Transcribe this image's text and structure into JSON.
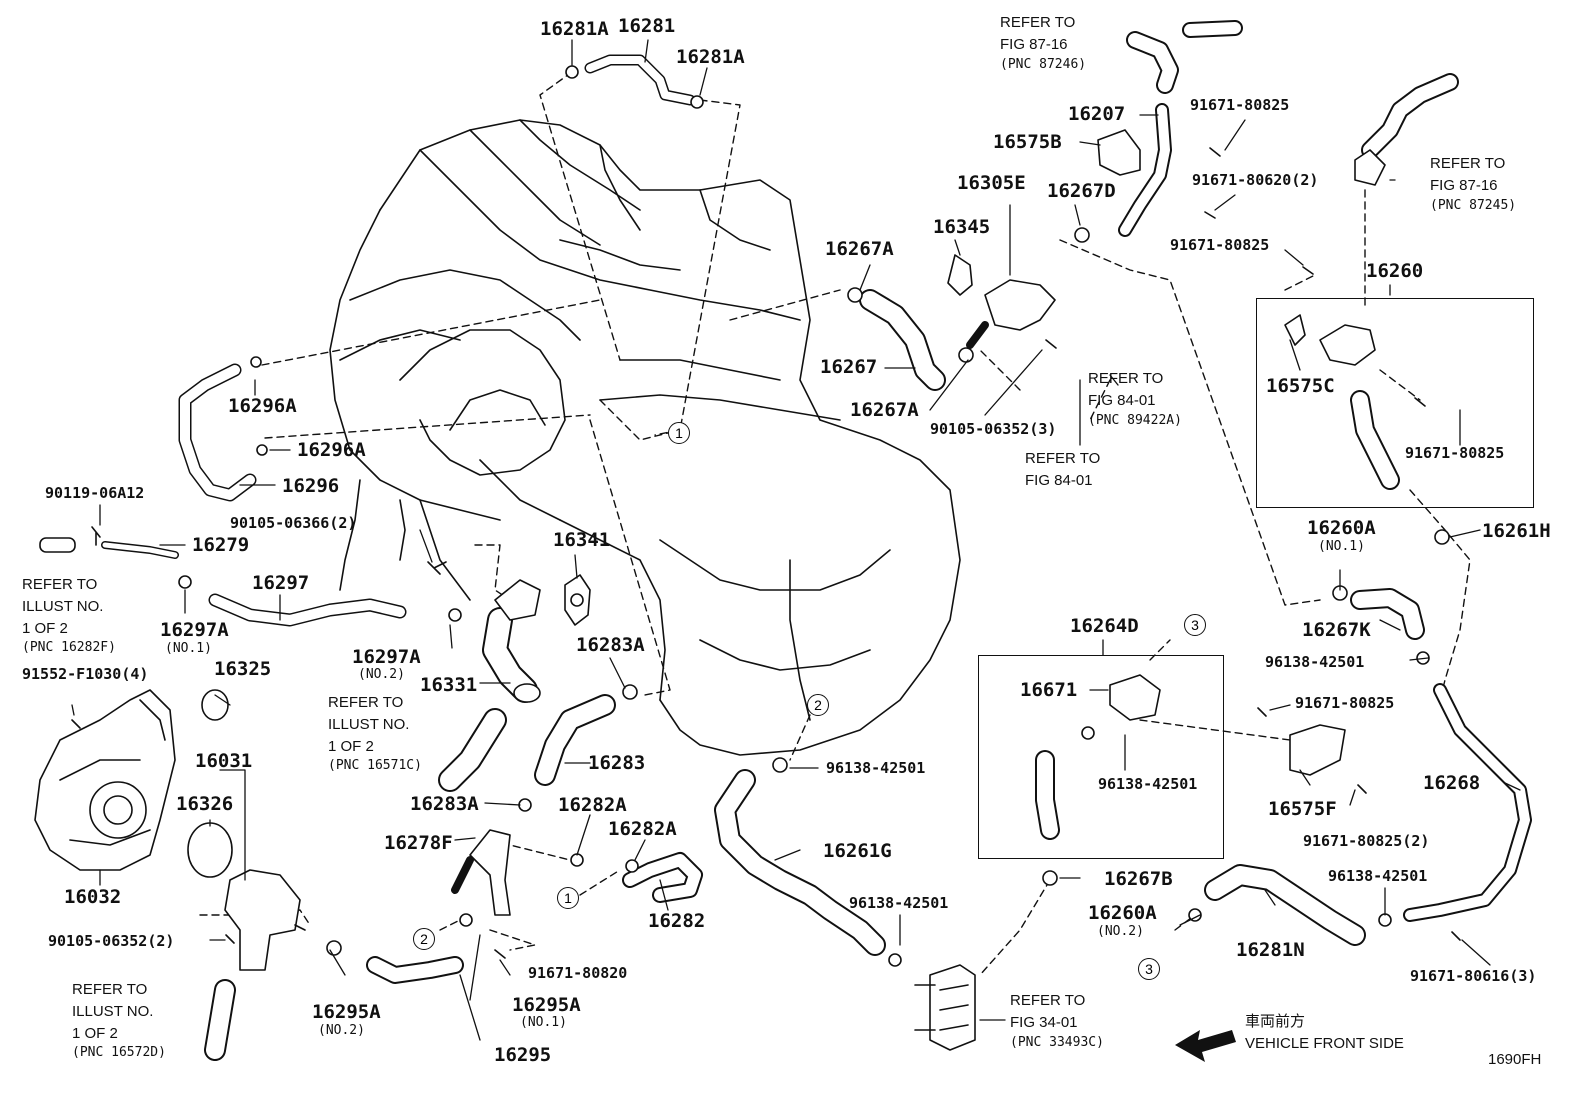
{
  "diagram_code": "1690FH",
  "direction": {
    "jp": "車両前方",
    "en": "VEHICLE FRONT SIDE"
  },
  "callouts": [
    "1",
    "2",
    "3"
  ],
  "parts": {
    "p16281A_a": "16281A",
    "p16281": "16281",
    "p16281A_b": "16281A",
    "p16296A_a": "16296A",
    "p16296A_b": "16296A",
    "p16296": "16296",
    "p90119": "90119-06A12",
    "p90105_06366": "90105-06366(2)",
    "p16279": "16279",
    "p16297": "16297",
    "p16297A_1": "16297A",
    "p16297A_1_sub": "(NO.1)",
    "p16297A_2": "16297A",
    "p16297A_2_sub": "(NO.2)",
    "p16341": "16341",
    "p16331": "16331",
    "p16283A_a": "16283A",
    "p16283": "16283",
    "p16283A_b": "16283A",
    "p16282A_a": "16282A",
    "p16282A_b": "16282A",
    "p16282": "16282",
    "p16278F": "16278F",
    "p16295A_2": "16295A",
    "p16295A_2_sub": "(NO.2)",
    "p16295A_1": "16295A",
    "p16295A_1_sub": "(NO.1)",
    "p16295": "16295",
    "p91671_80820": "91671-80820",
    "p91552": "91552-F1030(4)",
    "p16325": "16325",
    "p16031": "16031",
    "p16326": "16326",
    "p16032": "16032",
    "p90105_06352_2": "90105-06352(2)",
    "p16207": "16207",
    "p16575B": "16575B",
    "p16305E": "16305E",
    "p16345": "16345",
    "p16267D": "16267D",
    "p16267A_a": "16267A",
    "p16267": "16267",
    "p16267A_b": "16267A",
    "p90105_06352_3": "90105-06352(3)",
    "p91671_80825_a": "91671-80825",
    "p91671_80620": "91671-80620(2)",
    "p91671_80825_b": "91671-80825",
    "p16260": "16260",
    "p16575C": "16575C",
    "p91671_80825_c": "91671-80825",
    "p16261H": "16261H",
    "p16260A_1": "16260A",
    "p16260A_1_sub": "(NO.1)",
    "p16267K": "16267K",
    "p96138_a": "96138-42501",
    "p16264D": "16264D",
    "p16671": "16671",
    "p96138_b": "96138-42501",
    "p91671_80825_d": "91671-80825",
    "p16268": "16268",
    "p16575F": "16575F",
    "p91671_80825_2": "91671-80825(2)",
    "p96138_c": "96138-42501",
    "p16261G": "16261G",
    "p96138_d": "96138-42501",
    "p16267B": "16267B",
    "p16260A_2": "16260A",
    "p16260A_2_sub": "(NO.2)",
    "p16281N": "16281N",
    "p96138_e": "96138-42501",
    "p91671_80616": "91671-80616(3)"
  },
  "refs": {
    "fig8716_top": {
      "l1": "REFER TO",
      "l2": "FIG 87-16",
      "l3": "(PNC 87246)"
    },
    "fig8716_right": {
      "l1": "REFER TO",
      "l2": "FIG 87-16",
      "l3": "(PNC 87245)"
    },
    "fig8401_a": {
      "l1": "REFER TO",
      "l2": "FIG 84-01",
      "l3": "(PNC 89422A)"
    },
    "fig8401_b": {
      "l1": "REFER TO",
      "l2": "FIG 84-01"
    },
    "illust_16282F": {
      "l1": "REFER TO",
      "l2": "ILLUST NO.",
      "l3": "1 OF 2",
      "l4": "(PNC 16282F)"
    },
    "illust_16571C": {
      "l1": "REFER TO",
      "l2": "ILLUST NO.",
      "l3": "1 OF 2",
      "l4": "(PNC 16571C)"
    },
    "illust_16572D": {
      "l1": "REFER TO",
      "l2": "ILLUST NO.",
      "l3": "1 OF 2",
      "l4": "(PNC 16572D)"
    },
    "fig3401": {
      "l1": "REFER TO",
      "l2": "FIG 34-01",
      "l3": "(PNC 33493C)"
    }
  }
}
